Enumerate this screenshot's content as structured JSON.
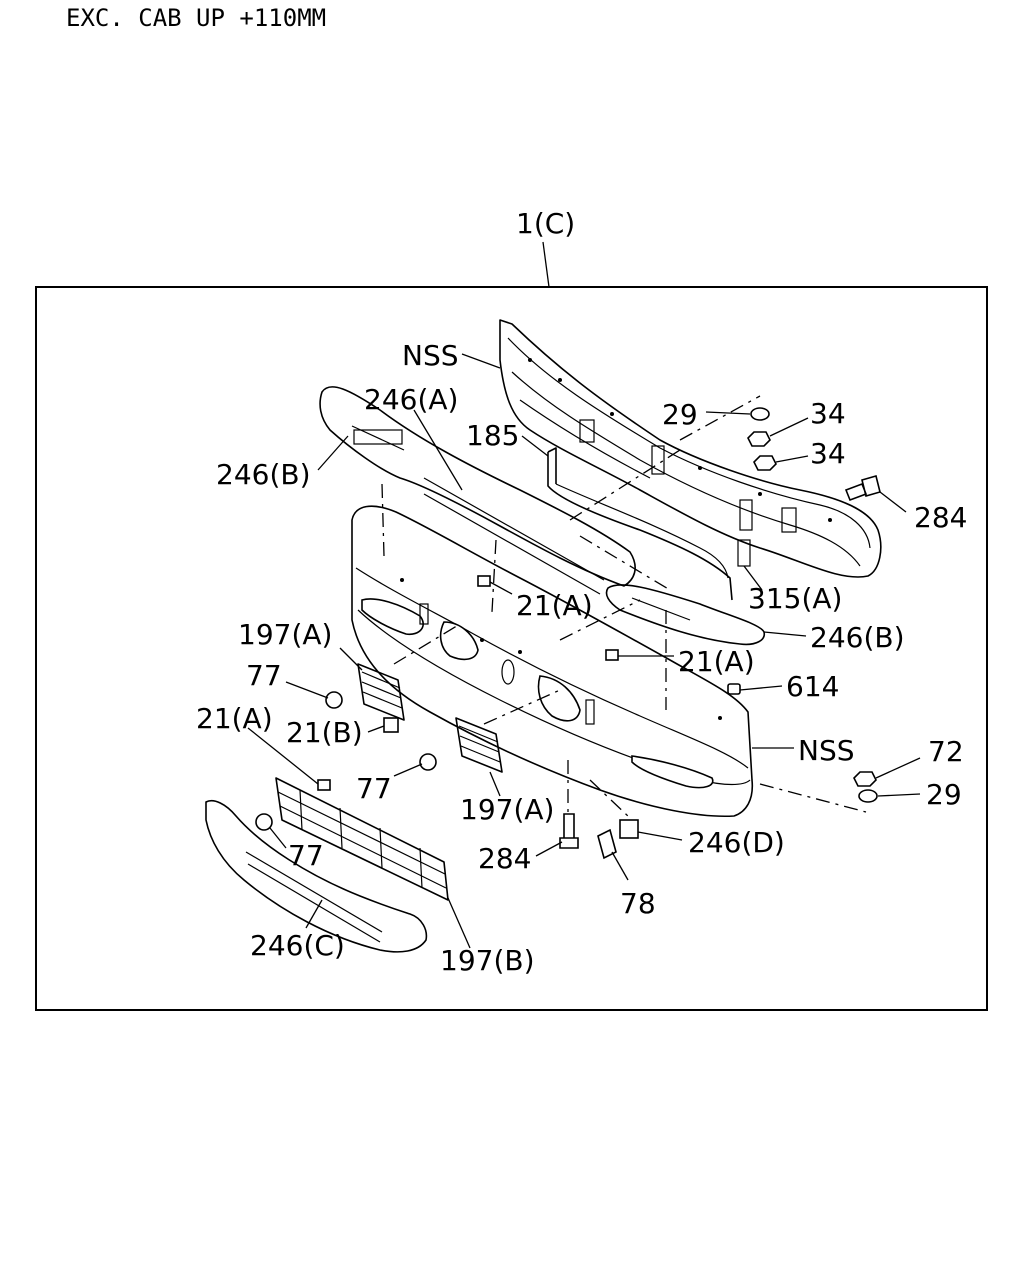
{
  "header": {
    "note": "EXC. CAB UP +110MM"
  },
  "diagram": {
    "assembly_callout": "1(C)",
    "callouts": [
      {
        "id": "nss-top",
        "text": "NSS"
      },
      {
        "id": "246a",
        "text": "246(A)"
      },
      {
        "id": "246b-left",
        "text": "246(B)"
      },
      {
        "id": "185",
        "text": "185"
      },
      {
        "id": "29-top",
        "text": "29"
      },
      {
        "id": "34-a",
        "text": "34"
      },
      {
        "id": "34-b",
        "text": "34"
      },
      {
        "id": "284-right",
        "text": "284"
      },
      {
        "id": "21a-center",
        "text": "21(A)"
      },
      {
        "id": "315a",
        "text": "315(A)"
      },
      {
        "id": "246b-right",
        "text": "246(B)"
      },
      {
        "id": "197a-left",
        "text": "197(A)"
      },
      {
        "id": "21a-right",
        "text": "21(A)"
      },
      {
        "id": "77-upper",
        "text": "77"
      },
      {
        "id": "614",
        "text": "614"
      },
      {
        "id": "21a-lower",
        "text": "21(A)"
      },
      {
        "id": "21b",
        "text": "21(B)"
      },
      {
        "id": "nss-bumper",
        "text": "NSS"
      },
      {
        "id": "72",
        "text": "72"
      },
      {
        "id": "77-middle",
        "text": "77"
      },
      {
        "id": "29-bottom",
        "text": "29"
      },
      {
        "id": "197a-lower",
        "text": "197(A)"
      },
      {
        "id": "246d",
        "text": "246(D)"
      },
      {
        "id": "77-lower",
        "text": "77"
      },
      {
        "id": "284-bottom",
        "text": "284"
      },
      {
        "id": "78",
        "text": "78"
      },
      {
        "id": "246c",
        "text": "246(C)"
      },
      {
        "id": "197b",
        "text": "197(B)"
      }
    ]
  }
}
